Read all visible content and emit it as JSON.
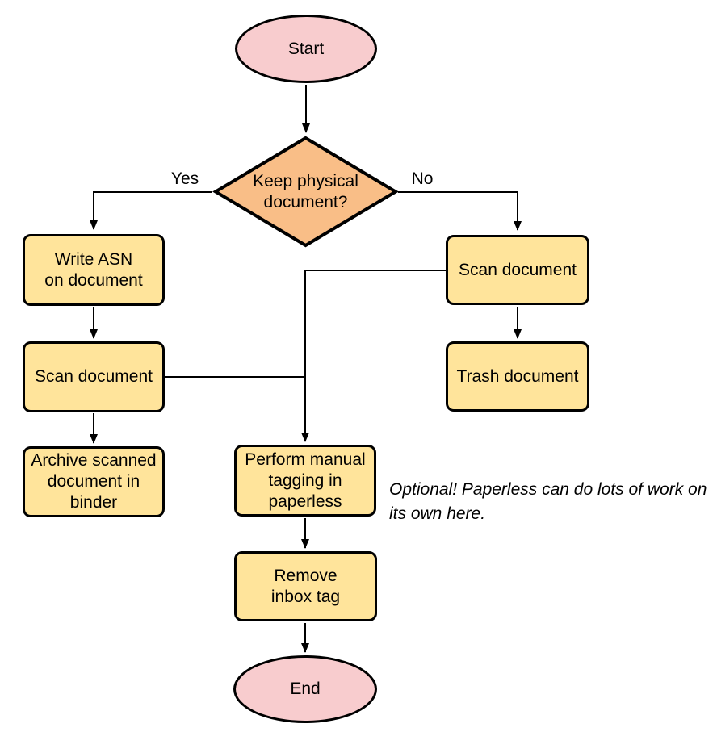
{
  "colors": {
    "terminal": "#F8CCCE",
    "decision": "#F9BE87",
    "process": "#FFE49B",
    "stroke": "#000000"
  },
  "nodes": {
    "start": {
      "label": "Start"
    },
    "decision": {
      "label": "Keep physical\ndocument?"
    },
    "write_asn": {
      "label": "Write ASN\non document"
    },
    "scan_left": {
      "label": "Scan document"
    },
    "archive": {
      "label": "Archive scanned\ndocument in\nbinder"
    },
    "scan_right": {
      "label": "Scan document"
    },
    "trash": {
      "label": "Trash document"
    },
    "tagging": {
      "label": "Perform manual\ntagging in\npaperless"
    },
    "remove_inbox": {
      "label": "Remove\ninbox tag"
    },
    "end": {
      "label": "End"
    }
  },
  "edge_labels": {
    "yes": "Yes",
    "no": "No"
  },
  "annotation": "Optional! Paperless can do lots of work on\nits own here."
}
